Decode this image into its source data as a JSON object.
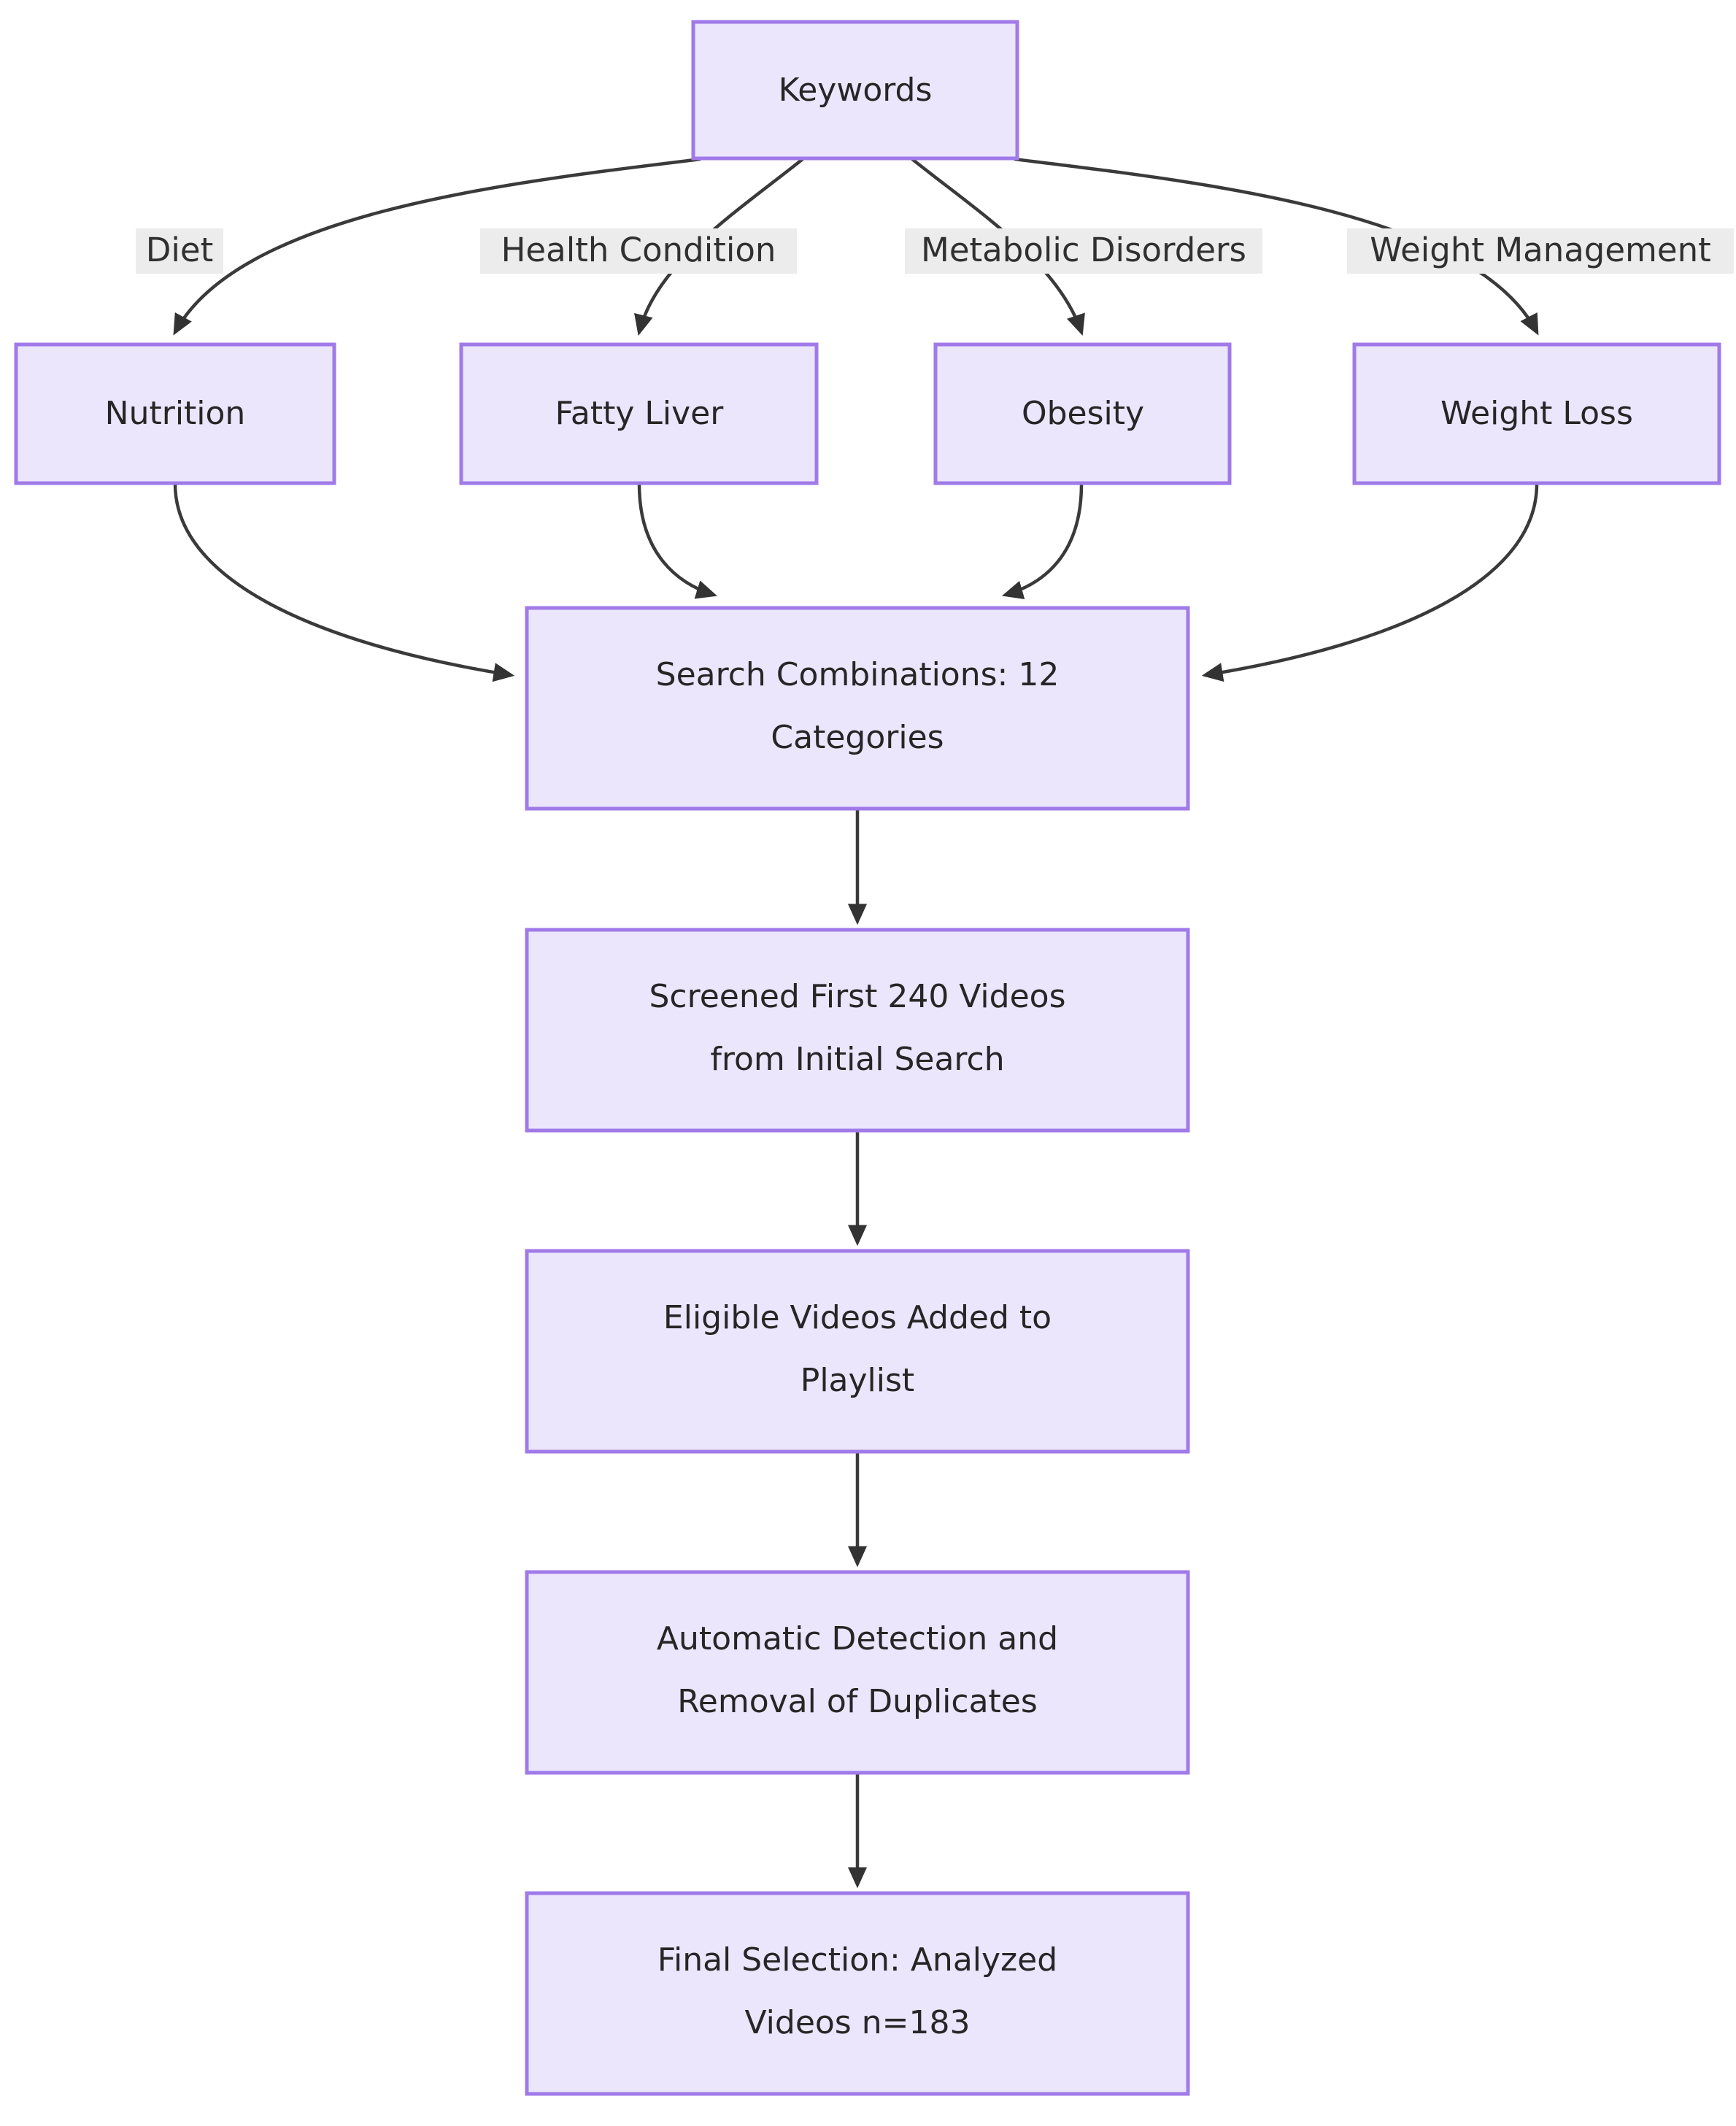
{
  "diagram": {
    "type": "flowchart",
    "direction": "top-down",
    "theme": {
      "node_fill": "#ebe6fc",
      "node_border": "#a07ae8",
      "node_text": "#262626",
      "edge_stroke": "#3a3a3a",
      "edge_label_bg": "#ececec",
      "edge_label_text": "#303030",
      "background": "#ffffff"
    },
    "nodes": {
      "keywords": {
        "label": "Keywords",
        "lines": [
          "Keywords"
        ]
      },
      "nutrition": {
        "label": "Nutrition",
        "lines": [
          "Nutrition"
        ]
      },
      "fatty_liver": {
        "label": "Fatty Liver",
        "lines": [
          "Fatty Liver"
        ]
      },
      "obesity": {
        "label": "Obesity",
        "lines": [
          "Obesity"
        ]
      },
      "weight_loss": {
        "label": "Weight Loss",
        "lines": [
          "Weight Loss"
        ]
      },
      "search_combinations": {
        "label": "Search Combinations: 12 Categories",
        "lines": [
          "Search Combinations: 12",
          "Categories"
        ]
      },
      "screened": {
        "label": "Screened First 240 Videos from Initial Search",
        "lines": [
          "Screened First 240 Videos",
          "from Initial Search"
        ]
      },
      "eligible": {
        "label": "Eligible Videos Added to Playlist",
        "lines": [
          "Eligible Videos Added to",
          "Playlist"
        ]
      },
      "duplicates": {
        "label": "Automatic Detection and Removal of Duplicates",
        "lines": [
          "Automatic Detection and",
          "Removal of Duplicates"
        ]
      },
      "final": {
        "label": "Final Selection: Analyzed Videos n=183",
        "lines": [
          "Final Selection: Analyzed",
          "Videos n=183"
        ]
      }
    },
    "edge_labels": {
      "diet": "Diet",
      "health_condition": "Health Condition",
      "metabolic_disorders": "Metabolic Disorders",
      "weight_management": "Weight Management"
    }
  }
}
